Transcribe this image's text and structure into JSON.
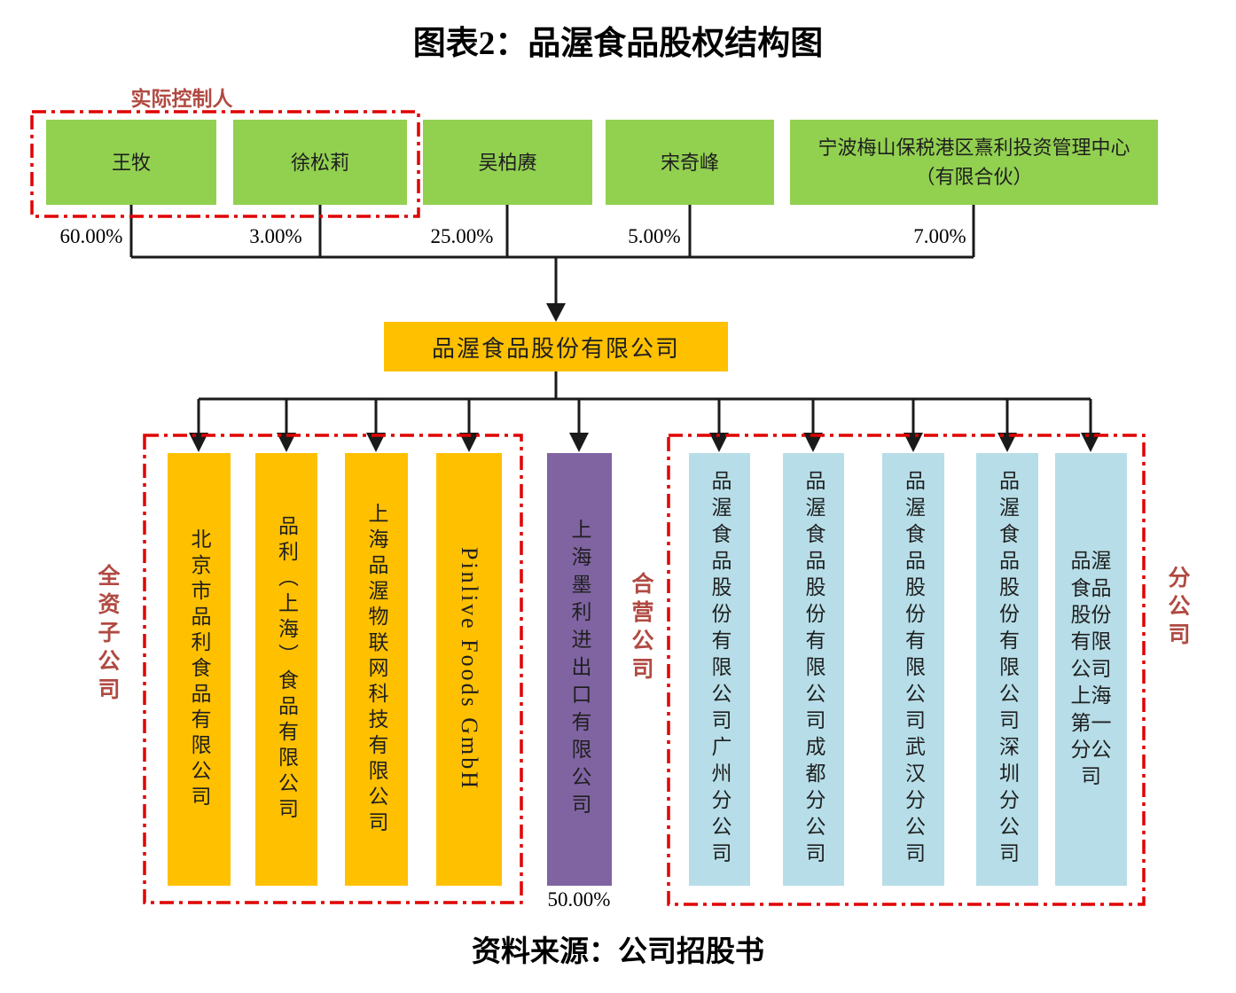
{
  "title": "图表2：品渥食品股权结构图",
  "source": "资料来源：公司招股书",
  "controller_group_label": "实际控制人",
  "shareholders": [
    {
      "name": "王牧",
      "pct": "60.00%"
    },
    {
      "name": "徐松莉",
      "pct": "3.00%"
    },
    {
      "name": "吴柏赓",
      "pct": "25.00%"
    },
    {
      "name": "宋奇峰",
      "pct": "5.00%"
    },
    {
      "name": "宁波梅山保税港区熹利投资管理中心（有限合伙）",
      "pct": "7.00%"
    }
  ],
  "company": "品渥食品股份有限公司",
  "wholly_owned": {
    "label": "全资子公司",
    "companies": [
      "北京市品利食品有限公司",
      "品利（上海）食品有限公司",
      "上海品渥物联网科技有限公司",
      "Pinlive Foods GmbH"
    ]
  },
  "joint_venture": {
    "label": "合营公司",
    "company": "上海墨利进出口有限公司",
    "pct": "50.00%"
  },
  "branches": {
    "label": "分公司",
    "companies": [
      "品渥食品股份有限公司广州分公司",
      "品渥食品股份有限公司成都分公司",
      "品渥食品股份有限公司武汉分公司",
      "品渥食品股份有限公司深圳分公司",
      "品渥食品股份有限公司上海第一分公司"
    ]
  },
  "colors": {
    "shareholder_green": "#92D050",
    "company_orange": "#FFC000",
    "joint_venture_purple": "#8064A2",
    "branch_blue": "#B7DEE8",
    "dashed_red": "#E00000",
    "group_label_red": "#B04A42",
    "line_black": "#1a1a1a"
  }
}
